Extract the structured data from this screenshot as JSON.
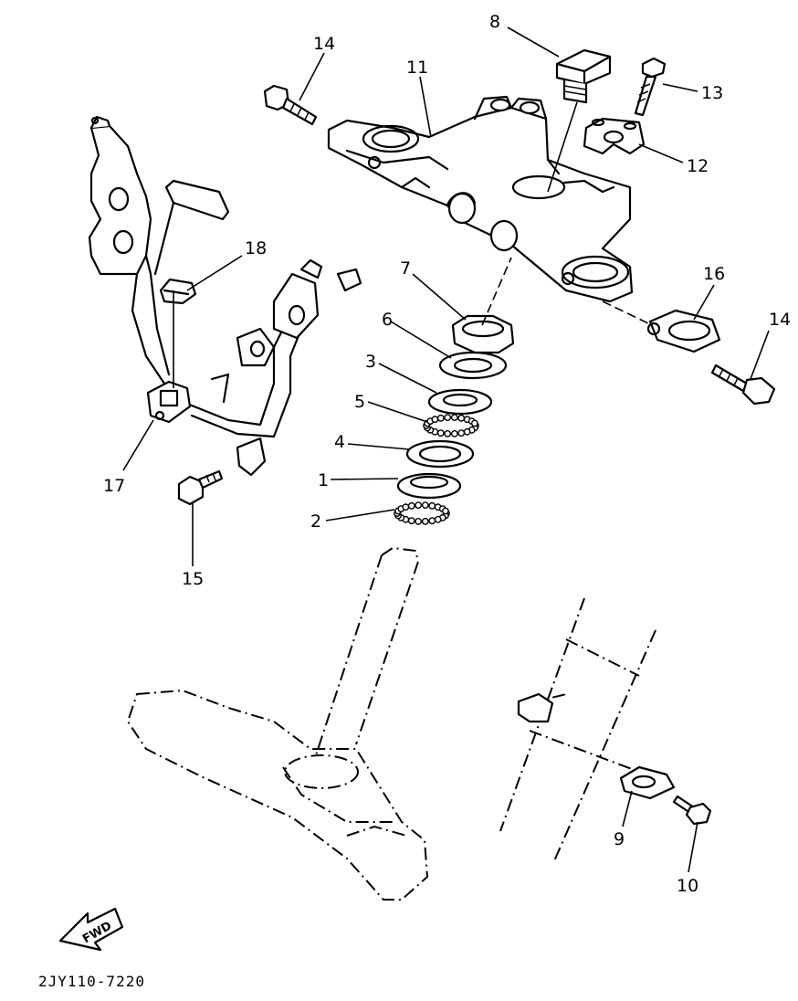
{
  "callouts": [
    "1",
    "2",
    "3",
    "4",
    "5",
    "6",
    "7",
    "8",
    "9",
    "10",
    "11",
    "12",
    "13",
    "14",
    "14",
    "15",
    "16",
    "17",
    "18"
  ],
  "fwd_label": "FWD",
  "drawing_code": "2JY110-7220"
}
